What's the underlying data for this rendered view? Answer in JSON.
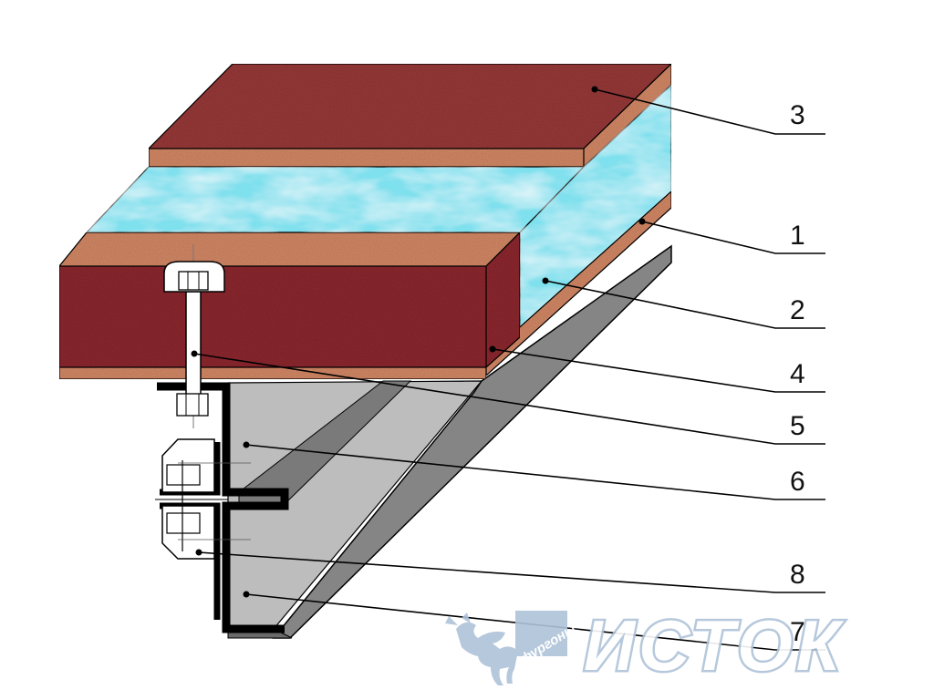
{
  "colors": {
    "top_sheet": "#9A3B3B",
    "plywood": "#D68A68",
    "insulation": "#7FE0EE",
    "insulation_light": "#C8F4F8",
    "lower_sheet": "#8E2A32",
    "profile_light": "#BDBDBD",
    "profile_dark": "#858585",
    "steel_outline": "#000000",
    "logo": "#AFC3D9"
  },
  "callouts": [
    {
      "id": "callout-3",
      "label": "3"
    },
    {
      "id": "callout-1",
      "label": "1"
    },
    {
      "id": "callout-2",
      "label": "2"
    },
    {
      "id": "callout-4",
      "label": "4"
    },
    {
      "id": "callout-5",
      "label": "5"
    },
    {
      "id": "callout-6",
      "label": "6"
    },
    {
      "id": "callout-8",
      "label": "8"
    },
    {
      "id": "callout-7",
      "label": "7"
    }
  ],
  "logo": {
    "small_text": "фургоны",
    "brand": "ИСТОК",
    "icon": "deer-icon"
  }
}
